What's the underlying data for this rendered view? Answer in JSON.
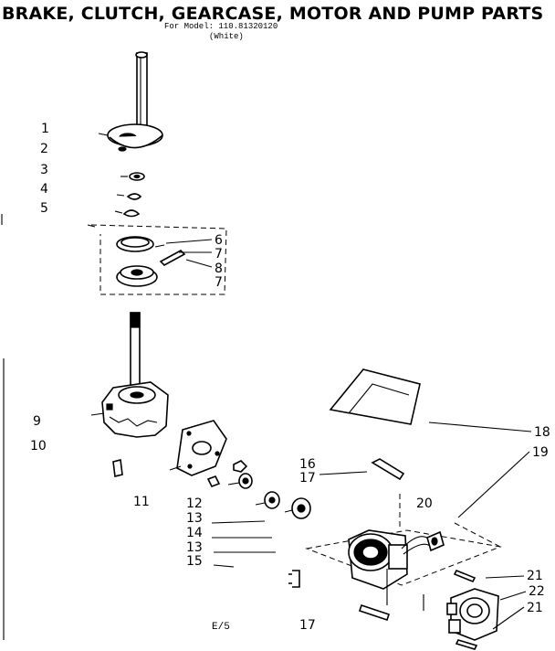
{
  "header": {
    "title": "BRAKE, CLUTCH, GEARCASE, MOTOR AND PUMP PARTS",
    "model_line": "For Model: 110.81320120",
    "color_line": "(White)"
  },
  "callouts": [
    {
      "id": "c1",
      "text": "1"
    },
    {
      "id": "c2",
      "text": "2"
    },
    {
      "id": "c3",
      "text": "3"
    },
    {
      "id": "c4",
      "text": "4"
    },
    {
      "id": "c5",
      "text": "5"
    },
    {
      "id": "c6",
      "text": "6"
    },
    {
      "id": "c7a",
      "text": "7"
    },
    {
      "id": "c8",
      "text": "8"
    },
    {
      "id": "c7b",
      "text": "7"
    },
    {
      "id": "c9",
      "text": "9"
    },
    {
      "id": "c10",
      "text": "10"
    },
    {
      "id": "c11",
      "text": "11"
    },
    {
      "id": "c12",
      "text": "12"
    },
    {
      "id": "c13a",
      "text": "13"
    },
    {
      "id": "c14",
      "text": "14"
    },
    {
      "id": "c13b",
      "text": "13"
    },
    {
      "id": "c15",
      "text": "15"
    },
    {
      "id": "c16",
      "text": "16"
    },
    {
      "id": "c17a",
      "text": "17"
    },
    {
      "id": "c17b",
      "text": "17"
    },
    {
      "id": "c18",
      "text": "18"
    },
    {
      "id": "c19",
      "text": "19"
    },
    {
      "id": "c20",
      "text": "20"
    },
    {
      "id": "c21a",
      "text": "21"
    },
    {
      "id": "c22",
      "text": "22"
    },
    {
      "id": "c21b",
      "text": "21"
    }
  ],
  "footer": {
    "page_code": "E/5"
  }
}
